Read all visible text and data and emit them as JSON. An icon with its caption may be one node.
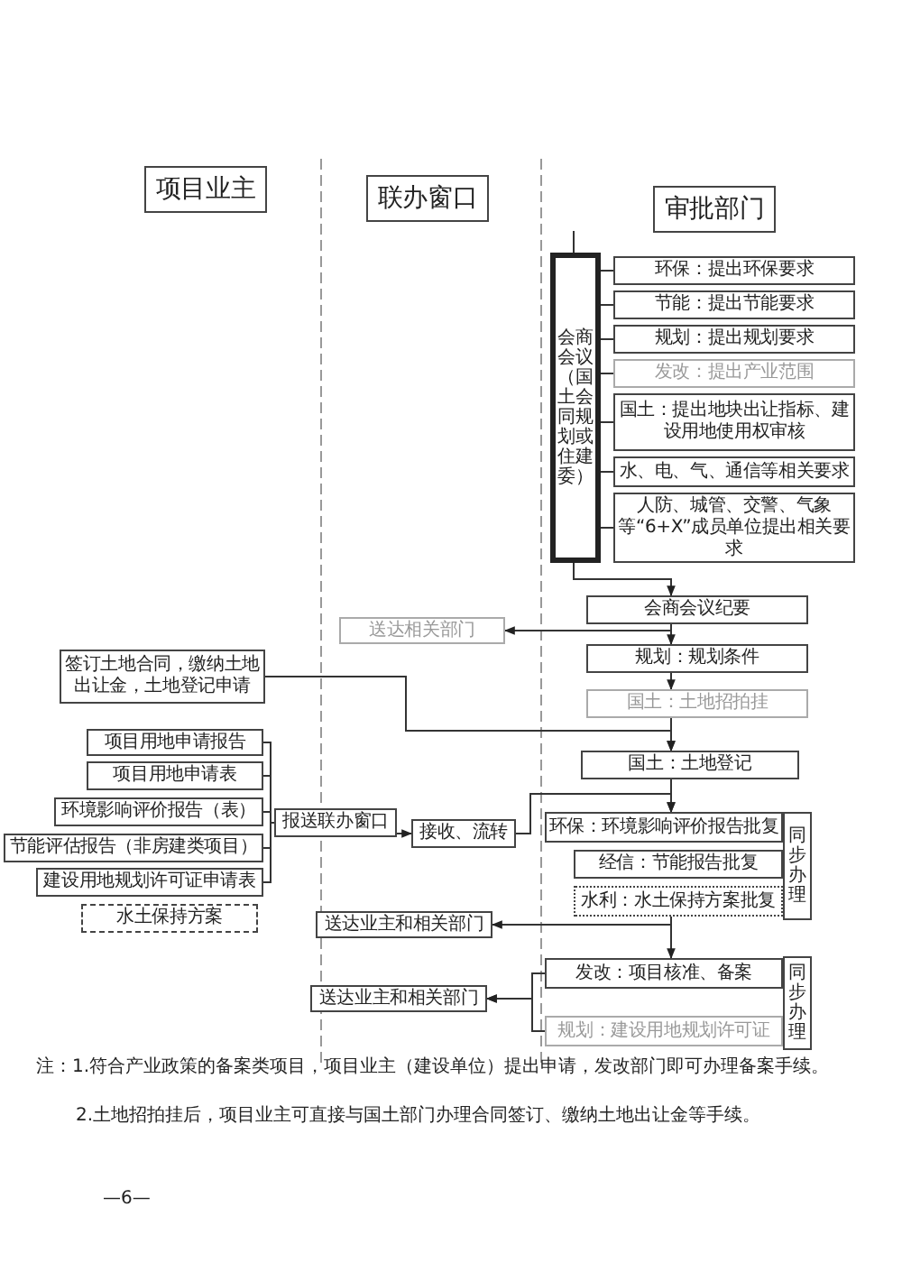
{
  "diagram": {
    "nodes": [
      {
        "text": [
          "项目业主"
        ]
      },
      {
        "text": [
          "联办窗口"
        ]
      },
      {
        "text": [
          "审批部门"
        ]
      },
      {
        "text": [
          "会商会议（国土会同规划或住建委）"
        ]
      },
      {
        "text": [
          "环保：提出环保要求"
        ]
      },
      {
        "text": [
          "节能：提出节能要求"
        ]
      },
      {
        "text": [
          "规划：提出规划要求"
        ]
      },
      {
        "text": [
          "发改：提出产业范围"
        ]
      },
      {
        "text": [
          "国土：提出地块出让指标、建设用地使用权审核"
        ]
      },
      {
        "text": [
          "水、电、气、通信等相关要求"
        ]
      },
      {
        "text": [
          "人防、城管、交警、气象等“6+X”成员单位提出相关要求"
        ]
      },
      {
        "text": [
          "会商会议纪要"
        ]
      },
      {
        "text": [
          "送达相关部门"
        ]
      },
      {
        "text": [
          "规划：规划条件"
        ]
      },
      {
        "text": [
          "签订土地合同，缴纳土地出让金，土地登记申请"
        ]
      },
      {
        "text": [
          "国土：土地招拍挂"
        ]
      },
      {
        "text": [
          "国土：土地登记"
        ]
      },
      {
        "text": [
          "项目用地申请报告"
        ]
      },
      {
        "text": [
          "项目用地申请表"
        ]
      },
      {
        "text": [
          "环境影响评价报告（表）"
        ]
      },
      {
        "text": [
          "节能评估报告（非房建类项目）"
        ]
      },
      {
        "text": [
          "建设用地规划许可证申请表"
        ]
      },
      {
        "text": [
          "水土保持方案"
        ]
      },
      {
        "text": [
          "报送联办窗口"
        ]
      },
      {
        "text": [
          "接收、流转"
        ]
      },
      {
        "text": [
          "环保：环境影响评价报告批复"
        ]
      },
      {
        "text": [
          "经信：节能报告批复"
        ]
      },
      {
        "text": [
          "水利：水土保持方案批复"
        ]
      },
      {
        "text": [
          "同步办理"
        ]
      },
      {
        "text": [
          "送达业主和相关部门"
        ]
      },
      {
        "text": [
          "发改：项目核准、备案"
        ]
      },
      {
        "text": [
          "规划：建设用地规划许可证"
        ]
      },
      {
        "text": [
          "同步办理"
        ]
      },
      {
        "text": [
          "送达业主和相关部门"
        ]
      }
    ],
    "edges": [
      {
        "from": null,
        "to": 3,
        "arrow": "none"
      },
      {
        "from": 3,
        "to": 4,
        "arrow": "none"
      },
      {
        "from": 3,
        "to": 5,
        "arrow": "none"
      },
      {
        "from": 3,
        "to": 6,
        "arrow": "none"
      },
      {
        "from": 3,
        "to": 7,
        "arrow": "none"
      },
      {
        "from": 3,
        "to": 8,
        "arrow": "none"
      },
      {
        "from": 3,
        "to": 9,
        "arrow": "none"
      },
      {
        "from": 3,
        "to": 10,
        "arrow": "none"
      },
      {
        "from": 3,
        "to": 11,
        "arrow": "to"
      },
      {
        "from": 11,
        "to": 13,
        "arrow": "to"
      },
      {
        "from": 11,
        "to": 12,
        "arrow": "to"
      },
      {
        "from": 13,
        "to": 15,
        "arrow": "to"
      },
      {
        "from": 15,
        "to": 16,
        "arrow": "to"
      },
      {
        "from": 14,
        "to": 16,
        "arrow": "to"
      },
      {
        "from": 17,
        "to": 23,
        "arrow": "none"
      },
      {
        "from": 18,
        "to": 23,
        "arrow": "none"
      },
      {
        "from": 19,
        "to": 23,
        "arrow": "none"
      },
      {
        "from": 20,
        "to": 23,
        "arrow": "none"
      },
      {
        "from": 21,
        "to": 23,
        "arrow": "none"
      },
      {
        "from": 23,
        "to": 24,
        "arrow": "to"
      },
      {
        "from": 24,
        "to": 25,
        "arrow": "to"
      },
      {
        "from": 16,
        "to": 25,
        "arrow": "to"
      },
      {
        "from": 27,
        "to": 29,
        "arrow": "to"
      },
      {
        "from": 27,
        "to": 30,
        "arrow": "to"
      },
      {
        "from": 30,
        "to": 33,
        "arrow": "to"
      },
      {
        "from": 31,
        "to": 33,
        "arrow": "to"
      }
    ],
    "labels": [
      "注：1.符合产业政策的备案类项目，项目业主（建设单位）提出申请，发改部门即可办理备案手续。",
      "2.土地招拍挂后，项目业主可直接与国土部门办理合同签订、缴纳土地出让金等手续。",
      "—6—"
    ]
  }
}
